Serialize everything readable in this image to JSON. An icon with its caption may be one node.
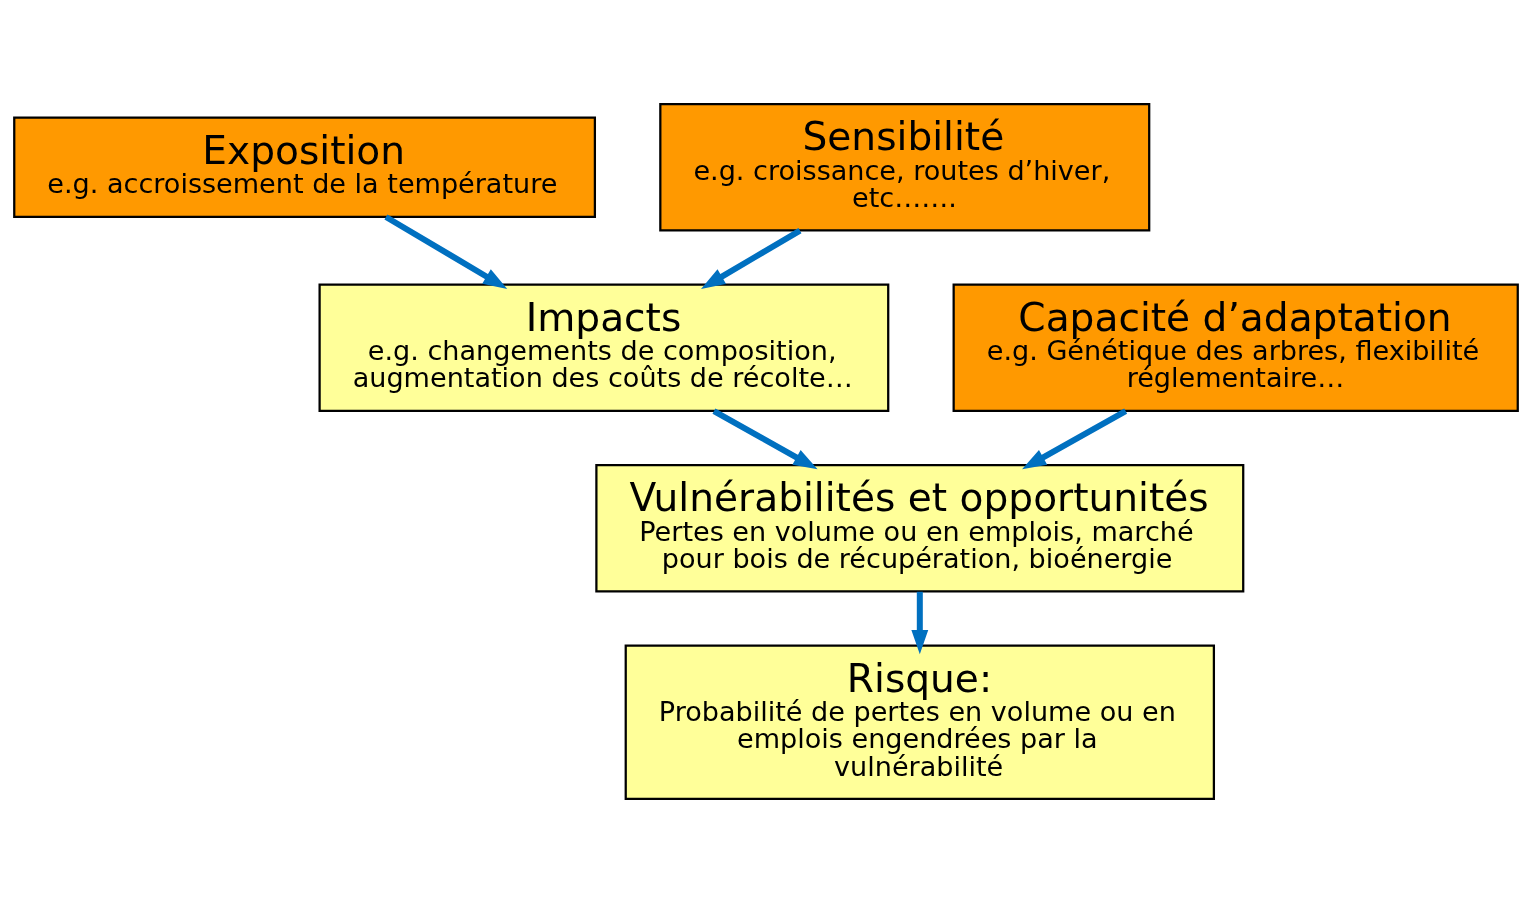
{
  "diagram": {
    "nodes": [
      {
        "text": [
          "Exposition",
          "e.g. accroissement de la température"
        ]
      },
      {
        "text": [
          "Sensibilité",
          "e.g. croissance, routes d’hiver, etc……."
        ]
      },
      {
        "text": [
          "Impacts",
          "e.g. changements de composition, augmentation des coûts de récolte…"
        ]
      },
      {
        "text": [
          "Capacité d’adaptation",
          "e.g. Génétique des arbres, flexibilité réglementaire…"
        ]
      },
      {
        "text": [
          "Vulnérabilités et opportunités",
          "Pertes en volume ou en emplois, marché pour bois de récupération, bioénergie"
        ]
      },
      {
        "text": [
          "Risque:",
          "Probabilité de pertes en volume ou en emplois engendrées par la vulnérabilité"
        ]
      }
    ],
    "edges": [
      {
        "from": 0,
        "to": 2,
        "arrow": "to"
      },
      {
        "from": 1,
        "to": 2,
        "arrow": "to"
      },
      {
        "from": 2,
        "to": 4,
        "arrow": "to"
      },
      {
        "from": 3,
        "to": 4,
        "arrow": "to"
      },
      {
        "from": 4,
        "to": 5,
        "arrow": "to"
      }
    ]
  }
}
